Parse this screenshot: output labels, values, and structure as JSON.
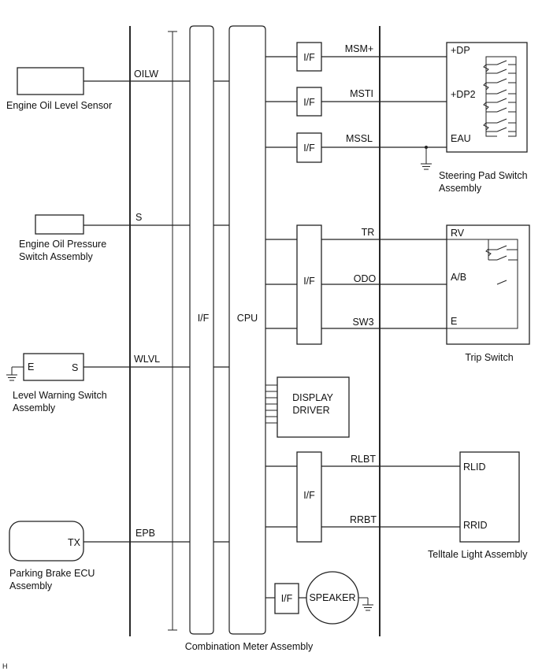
{
  "components": {
    "engine_oil_level_sensor": "Engine Oil Level Sensor",
    "engine_oil_pressure_switch": [
      "Engine Oil Pressure",
      "Switch Assembly"
    ],
    "level_warning_switch": [
      "Level Warning Switch",
      "Assembly"
    ],
    "level_warning_terminals": {
      "e": "E",
      "s": "S"
    },
    "parking_brake_ecu": [
      "Parking Brake ECU",
      "Assembly"
    ],
    "parking_brake_terminal": "TX",
    "steering_pad_switch": [
      "Steering Pad Switch",
      "Assembly"
    ],
    "steering_pad_terminals": [
      "+DP",
      "+DP2",
      "EAU"
    ],
    "trip_switch": "Trip Switch",
    "trip_switch_terminals": [
      "RV",
      "A/B",
      "E"
    ],
    "telltale_light": "Telltale Light Assembly",
    "telltale_terminals": [
      "RLID",
      "RRID"
    ],
    "display_driver": [
      "DISPLAY",
      "DRIVER"
    ],
    "speaker": "SPEAKER",
    "combination_meter": "Combination Meter Assembly",
    "interface": "I/F",
    "cpu": "CPU"
  },
  "signals": {
    "oilw": "OILW",
    "s": "S",
    "wlvl": "WLVL",
    "epb": "EPB",
    "msm": "MSM+",
    "msti": "MSTI",
    "mssl": "MSSL",
    "tr": "TR",
    "odo": "ODO",
    "sw3": "SW3",
    "rlbt": "RLBT",
    "rrbt": "RRBT"
  },
  "footer_code": "H"
}
